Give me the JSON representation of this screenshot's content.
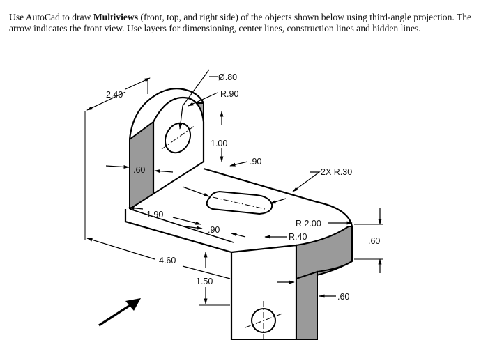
{
  "instructions": {
    "part1": "Use AutoCad to draw ",
    "emphasis": "Multiviews",
    "part2": " (front, top, and right side) of the objects shown below using third-angle projection. The arrow indicates the front view. Use layers for dimensioning, center lines, construction lines and hidden lines."
  },
  "dimensions": {
    "hole_dia": "Ø.80",
    "radius_top": "R.90",
    "width_240": "2.40",
    "height_100": "1.00",
    "thick_090_top": ".90",
    "thick_060_left": ".60",
    "fillets": "2X  R.30",
    "slot_190": "1.90",
    "slot_090": ".90",
    "radius_200": "R 2.00",
    "radius_040": "R.40",
    "thick_060_right": ".60",
    "length_460": "4.60",
    "height_150": "1.50",
    "thick_060_bottom": ".60"
  },
  "colors": {
    "text": "#111111",
    "shade": "#9a9a9a",
    "line": "#000000"
  }
}
